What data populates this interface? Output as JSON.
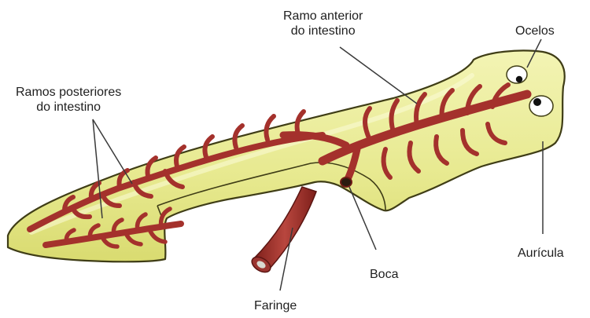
{
  "labels": {
    "ramo_anterior": {
      "line1": "Ramo anterior",
      "line2": "do intestino"
    },
    "ramos_posteriores": {
      "line1": "Ramos  posteriores",
      "line2": "do intestino"
    },
    "ocelos": "Ocelos",
    "auricula": "Aurícula",
    "boca": "Boca",
    "faringe": "Faringe"
  },
  "colors": {
    "body_fill": "#ecee9a",
    "body_outline": "#3f3d16",
    "intestine": "#a4312c",
    "intestine_dark": "#6e1a16",
    "eye_white": "#ffffff",
    "pupil": "#111111",
    "leader_line": "#3a3a3a",
    "text": "#1e1e1e"
  }
}
